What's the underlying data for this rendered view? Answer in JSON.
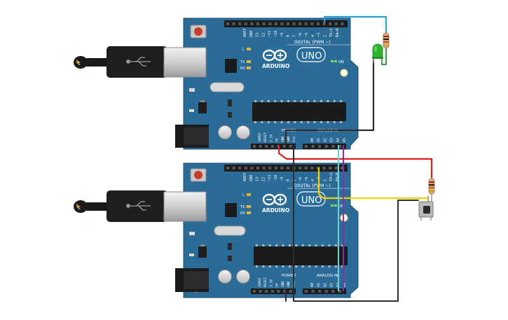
{
  "colors": {
    "board": "#2b6b98",
    "board_edge": "#1f4f72",
    "wire_red": "#e01d1d",
    "wire_black": "#2d2d2d",
    "wire_yellow": "#f5d000",
    "wire_blue": "#29a0d8",
    "wire_cyan": "#6fd1d8",
    "wire_purple": "#8a2da8",
    "wire_green": "#2ea043",
    "led_green": "#2bb52b",
    "background": "#ffffff"
  },
  "board_top": {
    "brand": "ARDUINO",
    "model": "UNO",
    "digital_label": "DIGITAL (PWM ~)",
    "power_label": "POWER",
    "analog_label": "ANALOG IN",
    "on_label": "ON",
    "l_label": "L",
    "tx_label": "TX",
    "rx_label": "RX",
    "digital_pins": [
      "AREF",
      "GND",
      "13",
      "12",
      "~11",
      "~10",
      "~9",
      "8",
      "7",
      "~6",
      "~5",
      "4",
      "~3",
      "2",
      "TX→1",
      "RX←0"
    ],
    "power_pins": [
      "IOREF",
      "RESET",
      "3.3V",
      "5V",
      "GND",
      "GND",
      "Vin"
    ],
    "analog_pins": [
      "A0",
      "A1",
      "A2",
      "A3",
      "A4",
      "A5"
    ]
  },
  "board_bottom": {
    "brand": "ARDUINO",
    "model": "UNO",
    "digital_label": "DIGITAL (PWM ~)",
    "power_label": "POWER",
    "analog_label": "ANALOG IN",
    "on_label": "ON",
    "l_label": "L",
    "tx_label": "TX",
    "rx_label": "RX",
    "digital_pins": [
      "AREF",
      "GND",
      "13",
      "12",
      "~11",
      "~10",
      "~9",
      "8",
      "7",
      "~6",
      "~5",
      "4",
      "~3",
      "2",
      "TX→1",
      "RX←0"
    ],
    "power_pins": [
      "IOREF",
      "RESET",
      "3.3V",
      "5V",
      "GND",
      "GND",
      "Vin"
    ],
    "analog_pins": [
      "A0",
      "A1",
      "A2",
      "A3",
      "A4",
      "A5"
    ]
  },
  "components": [
    "usb-cable-top",
    "usb-cable-bottom",
    "resistor-top",
    "led-green",
    "resistor-bottom",
    "pushbutton"
  ]
}
